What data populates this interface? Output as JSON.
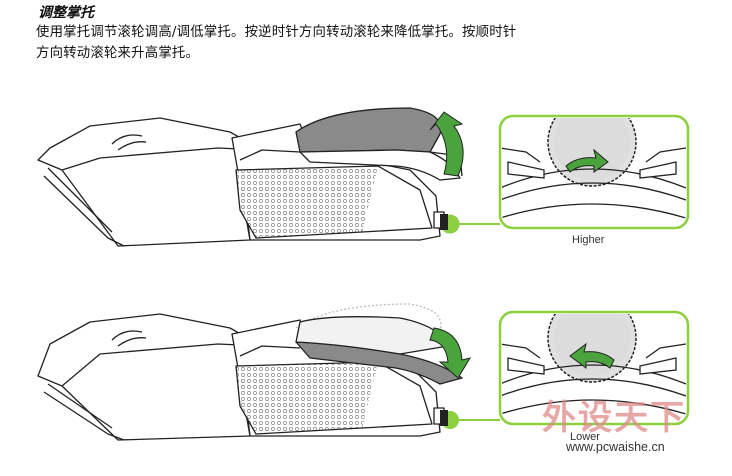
{
  "section": {
    "heading": "调整掌托",
    "body_line1": "使用掌托调节滚轮调高/调低掌托。按逆时针方向转动滚轮来降低掌托。按顺时针",
    "body_line2": "方向转动滚轮来升高掌托。"
  },
  "figures": {
    "higher": {
      "caption": "Higher"
    },
    "lower": {
      "caption": "Lower"
    }
  },
  "watermark": {
    "logo_text": "外设天下",
    "url": "www.pcwaishe.cn"
  },
  "colors": {
    "accent_green": "#8ccf3f",
    "arrow_green": "#4aa33d",
    "palm_rest_grey": "#8a8a8a",
    "outline": "#222222"
  }
}
